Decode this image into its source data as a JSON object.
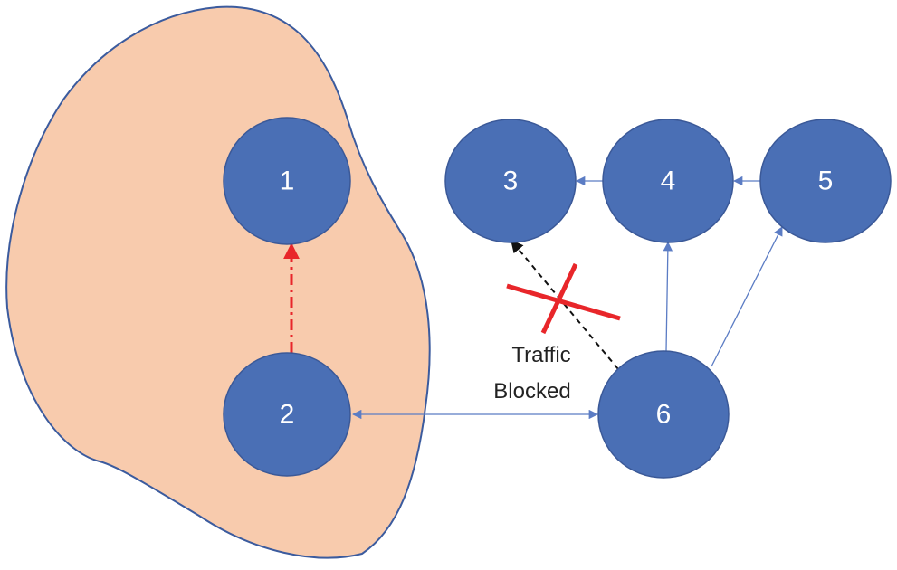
{
  "colors": {
    "region_fill": "#f8cbad",
    "region_stroke": "#3b5b9e",
    "node_fill": "#4a6fb5",
    "edge": "#5b7cc4",
    "blocked_edge": "#111111",
    "red": "#e8262a"
  },
  "nodes": [
    {
      "id": "1",
      "label": "1"
    },
    {
      "id": "2",
      "label": "2"
    },
    {
      "id": "3",
      "label": "3"
    },
    {
      "id": "4",
      "label": "4"
    },
    {
      "id": "5",
      "label": "5"
    },
    {
      "id": "6",
      "label": "6"
    }
  ],
  "edges": [
    {
      "from": "2",
      "to": "1",
      "style": "red-dash-dot"
    },
    {
      "from": "2",
      "to": "6",
      "style": "bidirectional"
    },
    {
      "from": "4",
      "to": "3",
      "style": "solid"
    },
    {
      "from": "5",
      "to": "4",
      "style": "solid"
    },
    {
      "from": "6",
      "to": "4",
      "style": "solid"
    },
    {
      "from": "6",
      "to": "5",
      "style": "solid"
    },
    {
      "from": "6",
      "to": "3",
      "style": "dashed-blocked"
    }
  ],
  "annotation": {
    "line1": "Traffic",
    "line2": "Blocked"
  }
}
